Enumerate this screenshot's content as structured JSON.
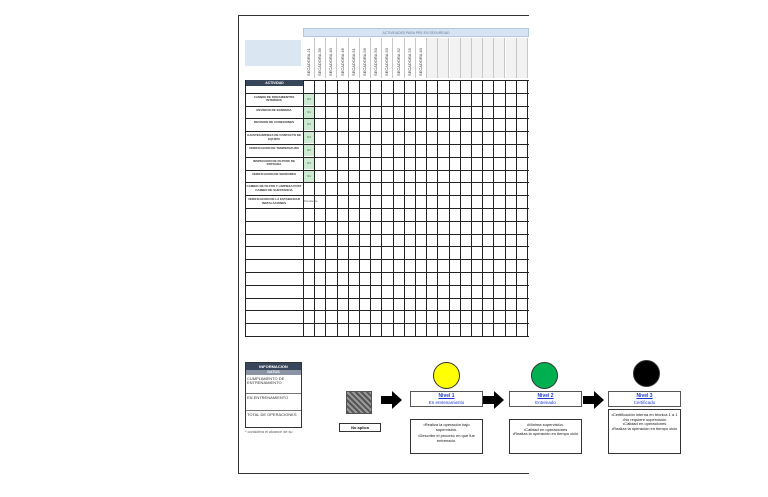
{
  "header_bar": "ACTIVIDADES PARA PRE EN SEGURIDAD",
  "columns": [
    "SECADORA 21",
    "SECADORA 39",
    "SECADORA 40",
    "SECADORA 46",
    "SECADORA 51",
    "SECADORA 56",
    "SECADORA 50",
    "SECADORA 33",
    "SECADORA 32",
    "SECADORA 25",
    "SECADORA 40",
    "",
    "",
    "",
    "",
    "",
    "",
    "",
    "",
    ""
  ],
  "activities_header": "ACTIVIDAD",
  "activities": [
    {
      "label": "CAMBIO DE RODAMIENTOS INTERNOS",
      "status": "N1",
      "green": true
    },
    {
      "label": "REVISION DE BANDERA",
      "status": "N1",
      "green": true
    },
    {
      "label": "REVISION DE CONEXIONES",
      "status": "N1",
      "green": true
    },
    {
      "label": "AJUSTE/LIMPIEZA DE CONTACTO DE EQUIPO",
      "status": "N1",
      "green": true
    },
    {
      "label": "VERIFICACION DE TEMPERATURA",
      "status": "N1",
      "green": true
    },
    {
      "label": "INSPECCION DE FILTROS DE ENTRADA",
      "status": "N1",
      "green": true
    },
    {
      "label": "VERIFICACION DE SENSORES",
      "status": "N1",
      "green": true
    },
    {
      "label": "CAMBIO DE FILTRO Y LIMPIEZA POST CAMBIO DE SUBSTANCIA",
      "status": "",
      "green": false
    },
    {
      "label": "VERIFICACION DE LA ESTABILIDAD INSTALACIONES",
      "status": "Pendiente",
      "green": false
    }
  ],
  "info": {
    "title": "INFORMACION",
    "subtitle": "DATOS",
    "rows": [
      {
        "label": "CUMPLIMIENTO DE ENTRENAMIENTO"
      },
      {
        "label": "EN ENTRENAMIENTO"
      },
      {
        "label": "TOTAL DE OPERACIONES"
      }
    ],
    "footnote": "* considera el alcance de su"
  },
  "legend": {
    "no_aplica": "No aplica",
    "levels": [
      {
        "title": "Nivel 1",
        "subtitle": "En entrenamiento",
        "color": "#ffff00",
        "body": [
          "•Realiza la operación bajo supervisión.",
          "•Describe el proceso en que fue entrenado."
        ]
      },
      {
        "title": "Nivel 2",
        "subtitle": "Entrenado",
        "color": "#00b050",
        "body": [
          "•Mínima supervisión.",
          "•Calidad en operaciones",
          "•Realiza la operación en tiempo ciclo"
        ]
      },
      {
        "title": "Nivel 3",
        "subtitle": "Certificado",
        "color": "#000000",
        "body": [
          "•Certificación interna en técnica 1 a 1",
          "•No requiere supervisión",
          "•Calidad en operaciones",
          "•Realiza la operación en tiempo ciclo"
        ]
      }
    ]
  }
}
